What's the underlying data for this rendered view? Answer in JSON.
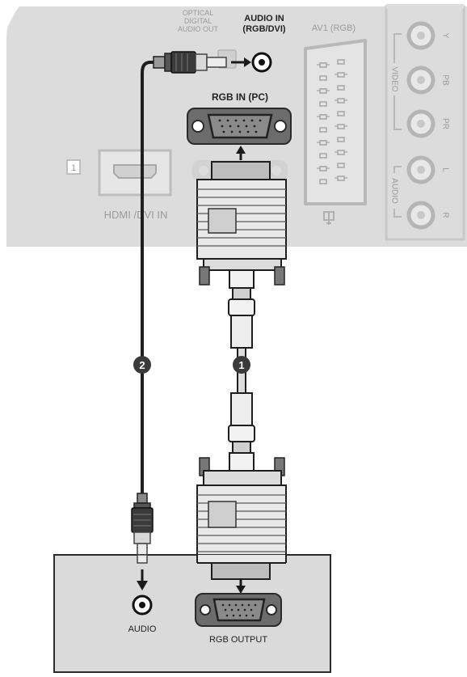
{
  "tv_panel": {
    "optical_label": [
      "OPTICAL",
      "DIGITAL",
      "AUDIO OUT"
    ],
    "audio_in_label": [
      "AUDIO IN",
      "(RGB/DVI)"
    ],
    "av1_label": "AV1 (RGB)",
    "rgb_in_label": "RGB IN (PC)",
    "hdmi_number": "1",
    "hdmi_label": "HDMI /DVI IN",
    "component_letters": [
      "Y",
      "PB",
      "PR",
      "L",
      "R"
    ],
    "video_label": "VIDEO",
    "audio_label": "AUDIO"
  },
  "steps": [
    {
      "number": "1"
    },
    {
      "number": "2"
    }
  ],
  "pc": {
    "audio_label": "AUDIO",
    "rgb_output_label": "RGB OUTPUT"
  }
}
